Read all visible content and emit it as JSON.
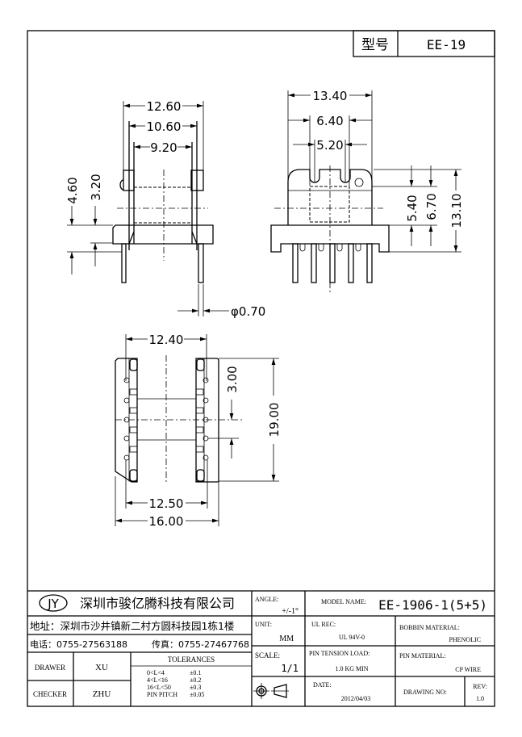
{
  "header": {
    "type_label": "型号",
    "type_value": "EE-19"
  },
  "dimensions": {
    "side_view": {
      "w1": "12.60",
      "w2": "10.60",
      "w3": "9.20",
      "h1": "4.60",
      "h2": "3.20",
      "pin_diameter": "φ0.70"
    },
    "front_view": {
      "w1": "13.40",
      "w2": "6.40",
      "w3": "5.20",
      "h1": "5.40",
      "h2": "6.70",
      "h3": "13.10"
    },
    "bottom_view": {
      "top_width": "12.40",
      "pitch": "3.00",
      "length": "19.00",
      "pin_span": "12.50",
      "overall_width": "16.00"
    }
  },
  "title_block": {
    "logo": "JY",
    "company": "深圳市骏亿腾科技有限公司",
    "address": "地址：深圳市沙井镇新二村方圆科技园1栋1楼",
    "phone": "电话：0755-27563188",
    "fax": "传真：0755-27467768",
    "drawer_label": "DRAWER",
    "drawer": "XU",
    "checker_label": "CHECKER",
    "checker": "ZHU",
    "tolerances_label": "TOLERANCES",
    "tolerances": [
      {
        "range": "0<L<4",
        "tol": "±0.1"
      },
      {
        "range": "4<L<16",
        "tol": "±0.2"
      },
      {
        "range": "16<L<50",
        "tol": "±0.3"
      },
      {
        "range": "PIN PITCH",
        "tol": "±0.05"
      }
    ],
    "angle_label": "ANGLE:",
    "angle": "+/-1°",
    "unit_label": "UNIT:",
    "unit": "MM",
    "scale_label": "SCALE:",
    "scale": "1/1",
    "model_label": "MODEL NAME:",
    "model": "EE-1906-1(5+5)",
    "ul_label": "UL REC:",
    "ul": "UL 94V-0",
    "bobbin_label": "BOBBIN MATERIAL:",
    "bobbin": "PHENOLIC",
    "tension_label": "PIN TENSION LOAD:",
    "tension": "1.0 KG MIN",
    "pin_material_label": "PIN MATERIAL:",
    "pin_material": "CP WIRE",
    "date_label": "DATE:",
    "date": "2012/04/03",
    "drawing_no_label": "DRAWING NO:",
    "rev_label": "REV:",
    "rev": "1.0",
    "projection_symbol": "first-angle-projection-icon"
  }
}
